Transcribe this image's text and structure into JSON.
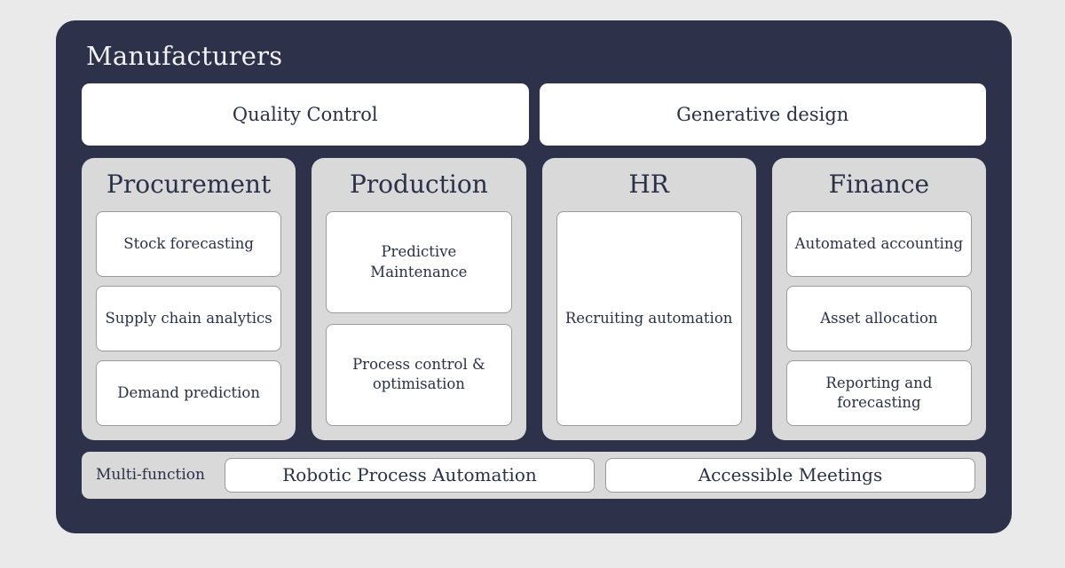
{
  "panel": {
    "title": "Manufacturers",
    "colors": {
      "panel_background": "#2d3149",
      "page_background": "#eaeaea",
      "column_background": "#d9d9d9",
      "card_background": "#ffffff",
      "text": "#2b3049",
      "title_text": "#f2f2f5",
      "card_border": "#9a9a9a"
    }
  },
  "banners": [
    {
      "label": "Quality Control"
    },
    {
      "label": "Generative design"
    }
  ],
  "columns": [
    {
      "title": "Procurement",
      "cards": [
        {
          "label": "Stock forecasting"
        },
        {
          "label": "Supply chain analytics"
        },
        {
          "label": "Demand prediction"
        }
      ]
    },
    {
      "title": "Production",
      "cards": [
        {
          "label": "Predictive Maintenance"
        },
        {
          "label": "Process control & optimisation"
        }
      ]
    },
    {
      "title": "HR",
      "cards": [
        {
          "label": "Recruiting automation"
        }
      ]
    },
    {
      "title": "Finance",
      "cards": [
        {
          "label": "Automated accounting"
        },
        {
          "label": "Asset allocation"
        },
        {
          "label": "Reporting and forecasting"
        }
      ]
    }
  ],
  "multi_function": {
    "label": "Multi-function",
    "chips": [
      {
        "label": "Robotic Process Automation"
      },
      {
        "label": "Accessible Meetings"
      }
    ]
  }
}
